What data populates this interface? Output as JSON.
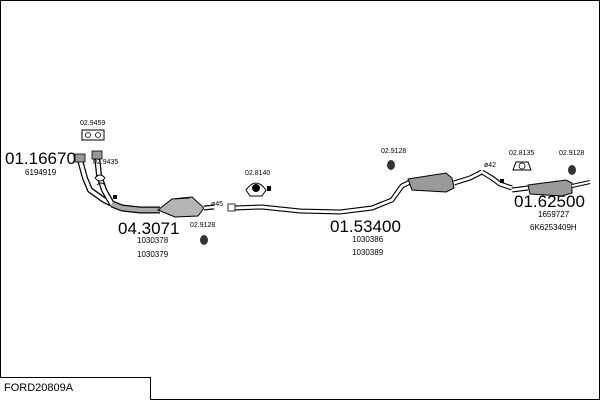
{
  "document_code": "FORD20809A",
  "groups": [
    {
      "article": "01.16670",
      "oem": [
        "6194919"
      ]
    },
    {
      "article": "04.3071",
      "oem": [
        "1030378",
        "1030379"
      ]
    },
    {
      "article": "01.53400",
      "oem": [
        "1030386",
        "1030389"
      ]
    },
    {
      "article": "01.62500",
      "oem": [
        "1659727",
        "6K6253409H"
      ]
    }
  ],
  "fittings": {
    "f1": "02.9459",
    "f2": "02.9435",
    "f3": "02.8140",
    "f4": "02.9128",
    "f5": "02.9128",
    "f6": "02.8135",
    "f7": "02.9128"
  },
  "diameters": {
    "d1": "ø45",
    "d2": "ø42"
  },
  "colors": {
    "line": "#000000",
    "pipe_fill": "#ffffff",
    "part_fill": "#bdbdbd",
    "background": "#ffffff"
  }
}
